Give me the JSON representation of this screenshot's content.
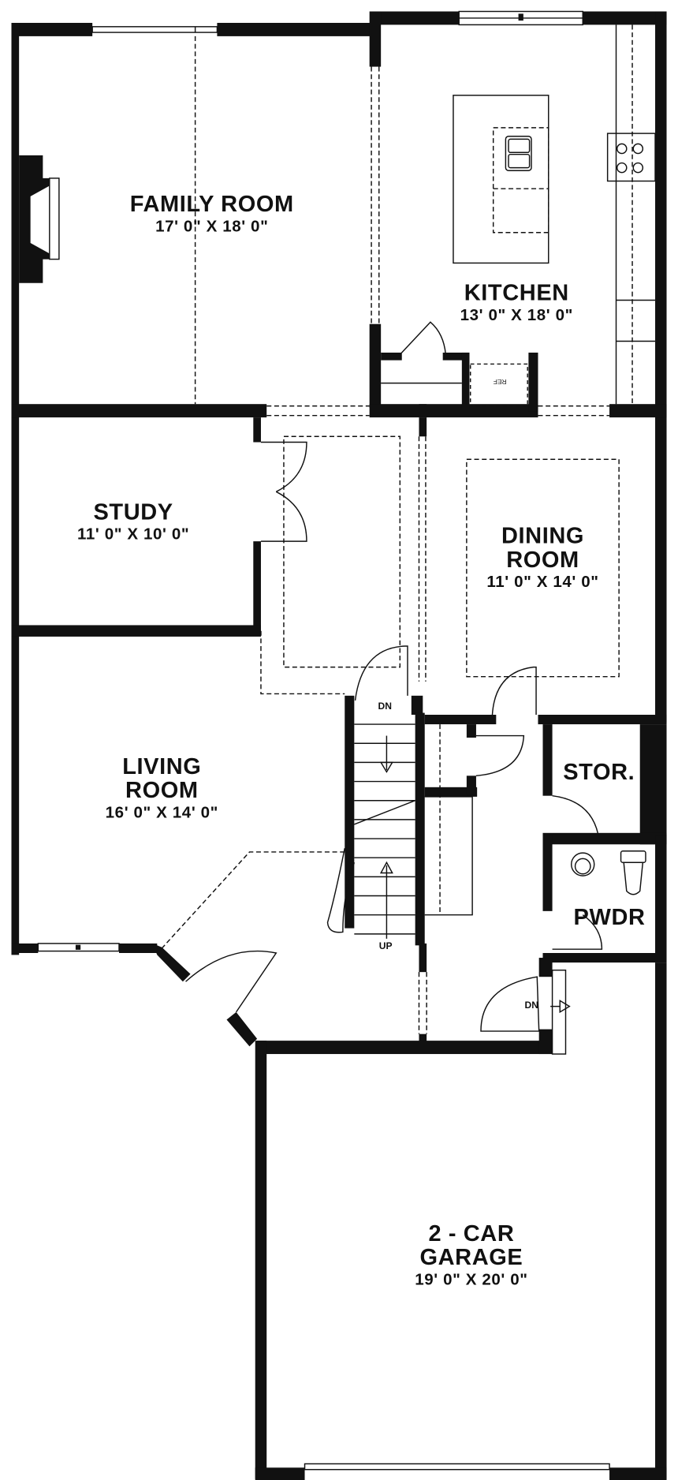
{
  "plan": {
    "rooms": {
      "family_room": {
        "name": "FAMILY ROOM",
        "dimensions": "17' 0\" X 18' 0\""
      },
      "kitchen": {
        "name": "KITCHEN",
        "dimensions": "13' 0\" X 18' 0\""
      },
      "study": {
        "name": "STUDY",
        "dimensions": "11' 0\" X 10' 0\""
      },
      "dining_room": {
        "name_line1": "DINING",
        "name_line2": "ROOM",
        "dimensions": "11' 0\" X 14' 0\""
      },
      "living_room": {
        "name_line1": "LIVING",
        "name_line2": "ROOM",
        "dimensions": "16' 0\" X 14' 0\""
      },
      "storage": {
        "name": "STOR."
      },
      "powder": {
        "name": "PWDR"
      },
      "garage": {
        "name_line1": "2 - CAR",
        "name_line2": "GARAGE",
        "dimensions": "19' 0\" X 20' 0\""
      }
    },
    "annotations": {
      "stair_down": "DN",
      "stair_up": "UP",
      "garage_step_down": "DN",
      "refrigerator": "REF"
    },
    "colors": {
      "wall": "#111111",
      "background": "#ffffff",
      "line": "#111111"
    }
  }
}
